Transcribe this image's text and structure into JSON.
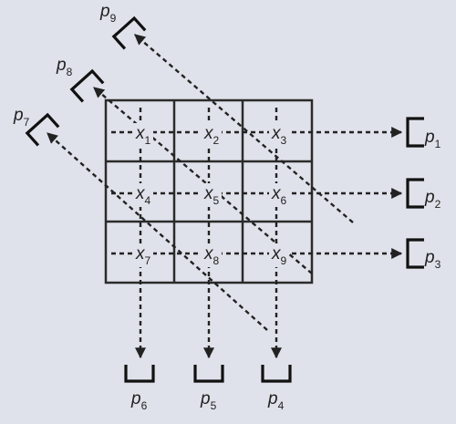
{
  "grid": {
    "cells": [
      {
        "name": "x",
        "sub": "1"
      },
      {
        "name": "x",
        "sub": "2"
      },
      {
        "name": "x",
        "sub": "3"
      },
      {
        "name": "x",
        "sub": "4"
      },
      {
        "name": "x",
        "sub": "5"
      },
      {
        "name": "x",
        "sub": "6"
      },
      {
        "name": "x",
        "sub": "7"
      },
      {
        "name": "x",
        "sub": "8"
      },
      {
        "name": "x",
        "sub": "9"
      }
    ]
  },
  "projections": {
    "horizontal": [
      {
        "name": "p",
        "sub": "1"
      },
      {
        "name": "p",
        "sub": "2"
      },
      {
        "name": "p",
        "sub": "3"
      }
    ],
    "vertical": [
      {
        "name": "p",
        "sub": "6"
      },
      {
        "name": "p",
        "sub": "5"
      },
      {
        "name": "p",
        "sub": "4"
      }
    ],
    "diagonal": [
      {
        "name": "p",
        "sub": "7"
      },
      {
        "name": "p",
        "sub": "8"
      },
      {
        "name": "p",
        "sub": "9"
      }
    ]
  },
  "colors": {
    "background": "#dfe2ea",
    "grid_line": "#2b2b2b",
    "arrow": "#222222",
    "label": "#222222"
  }
}
